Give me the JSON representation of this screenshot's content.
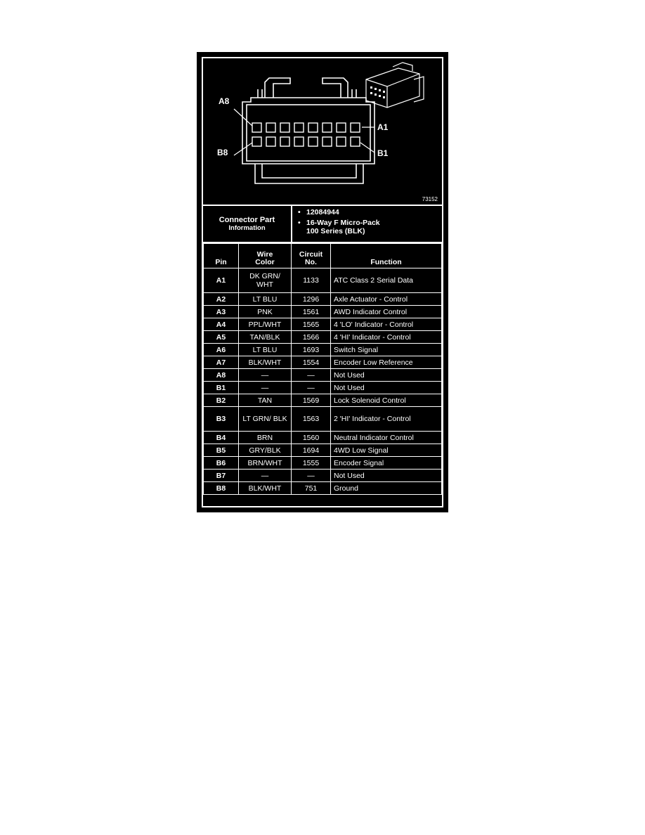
{
  "figure": {
    "id_label": "73152",
    "labels": {
      "a8": "A8",
      "a1": "A1",
      "b8": "B8",
      "b1": "B1"
    }
  },
  "part_info": {
    "title_line1": "Connector Part",
    "title_line2": "Information",
    "bullet": "•",
    "part_number": "12084944",
    "description_line1": "16-Way F Micro-Pack",
    "description_line2": "100 Series (BLK)"
  },
  "table": {
    "headers": {
      "pin": "Pin",
      "wire_color_line1": "Wire",
      "wire_color_line2": "Color",
      "circuit_line1": "Circuit",
      "circuit_line2": "No.",
      "function": "Function"
    },
    "rows": [
      {
        "pin": "A1",
        "color": "DK GRN/ WHT",
        "circuit": "1133",
        "function": "ATC Class 2 Serial Data"
      },
      {
        "pin": "A2",
        "color": "LT BLU",
        "circuit": "1296",
        "function": "Axle Actuator - Control"
      },
      {
        "pin": "A3",
        "color": "PNK",
        "circuit": "1561",
        "function": "AWD Indicator Control"
      },
      {
        "pin": "A4",
        "color": "PPL/WHT",
        "circuit": "1565",
        "function": "4 'LO' Indicator - Control"
      },
      {
        "pin": "A5",
        "color": "TAN/BLK",
        "circuit": "1566",
        "function": "4 'HI' Indicator - Control"
      },
      {
        "pin": "A6",
        "color": "LT BLU",
        "circuit": "1693",
        "function": "Switch Signal"
      },
      {
        "pin": "A7",
        "color": "BLK/WHT",
        "circuit": "1554",
        "function": "Encoder Low Reference"
      },
      {
        "pin": "A8",
        "color": "—",
        "circuit": "—",
        "function": "Not Used"
      },
      {
        "pin": "B1",
        "color": "—",
        "circuit": "—",
        "function": "Not Used"
      },
      {
        "pin": "B2",
        "color": "TAN",
        "circuit": "1569",
        "function": "Lock Solenoid Control"
      },
      {
        "pin": "B3",
        "color": "LT GRN/ BLK",
        "circuit": "1563",
        "function": "2 'HI' Indicator - Control"
      },
      {
        "pin": "B4",
        "color": "BRN",
        "circuit": "1560",
        "function": "Neutral Indicator Control"
      },
      {
        "pin": "B5",
        "color": "GRY/BLK",
        "circuit": "1694",
        "function": "4WD Low Signal"
      },
      {
        "pin": "B6",
        "color": "BRN/WHT",
        "circuit": "1555",
        "function": "Encoder Signal"
      },
      {
        "pin": "B7",
        "color": "—",
        "circuit": "—",
        "function": "Not Used"
      },
      {
        "pin": "B8",
        "color": "BLK/WHT",
        "circuit": "751",
        "function": "Ground"
      }
    ]
  }
}
